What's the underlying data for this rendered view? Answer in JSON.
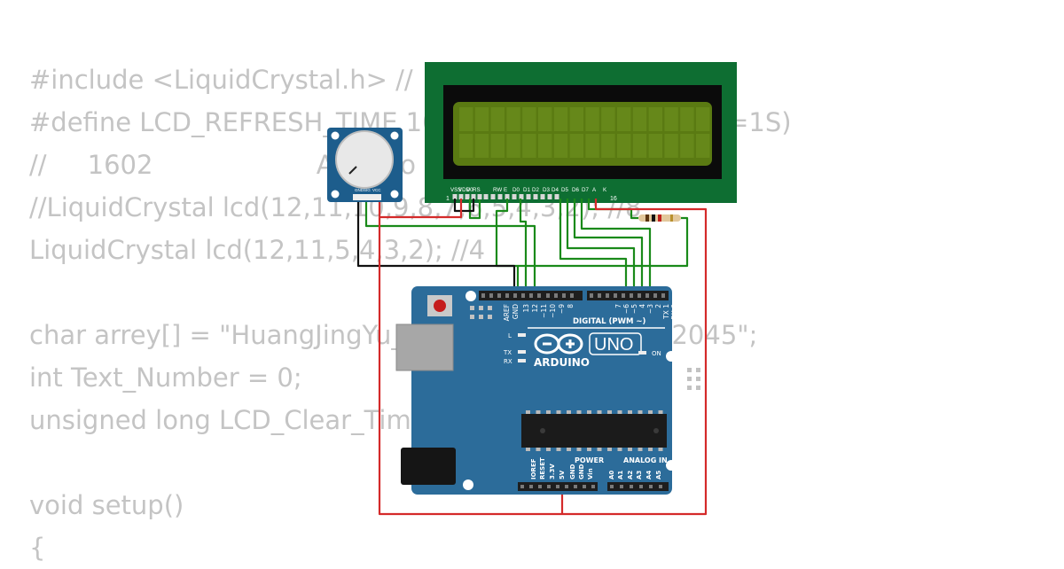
{
  "code_lines": [
    "#include <LiquidCrystal.h> //",
    "#define LCD_REFRESH_TIME 1000 //LCD刷新时间(1000=1S)",
    "//     1602                    Arduino",
    "//LiquidCrystal lcd(12,11,10,9,8,7,6,5,4,3,2); //8",
    "LiquidCrystal lcd(12,11,5,4,3,2); //4",
    "",
    "char arrey[] = \"HuangJingYu_WangXiao 202310102045\";",
    "int Text_Number = 0;",
    "unsigned long LCD_Clear_Time = 0;",
    "",
    "void setup()",
    "{"
  ],
  "lcd": {
    "pin_labels": [
      "VSS",
      "VDD",
      "V0",
      "RS",
      "RW",
      "E",
      "D0",
      "D1",
      "D2",
      "D3",
      "D4",
      "D5",
      "D6",
      "D7",
      "A",
      "K"
    ],
    "pin_first": "1",
    "pin_last": "16"
  },
  "potentiometer": {
    "pin_labels": [
      "GND",
      "SIG",
      "VCC"
    ]
  },
  "arduino": {
    "brand": "ARDUINO",
    "model": "UNO",
    "digital_label": "DIGITAL (PWM ~)",
    "top_pins": [
      "AREF",
      "GND",
      "13",
      "12",
      "~11",
      "~10",
      "~9",
      "8",
      "7",
      "~6",
      "~5",
      "4",
      "~3",
      "2",
      "TX 1",
      "RX 0"
    ],
    "led_labels": [
      "L",
      "TX",
      "RX"
    ],
    "on_label": "ON",
    "power_label": "POWER",
    "analog_label": "ANALOG IN",
    "power_pins": [
      "IOREF",
      "RESET",
      "3.3V",
      "5V",
      "GND",
      "GND",
      "Vin"
    ],
    "analog_pins": [
      "A0",
      "A1",
      "A2",
      "A3",
      "A4",
      "A5"
    ]
  },
  "colors": {
    "code_text": "#c4c4c4",
    "lcd_frame": "#0e6e32",
    "lcd_screen": "#5a7a12",
    "board": "#2c6c9a",
    "pot_module": "#1d5d8c",
    "wire_red": "#d42a2a",
    "wire_green": "#1a8a1a",
    "wire_black": "#111111"
  }
}
